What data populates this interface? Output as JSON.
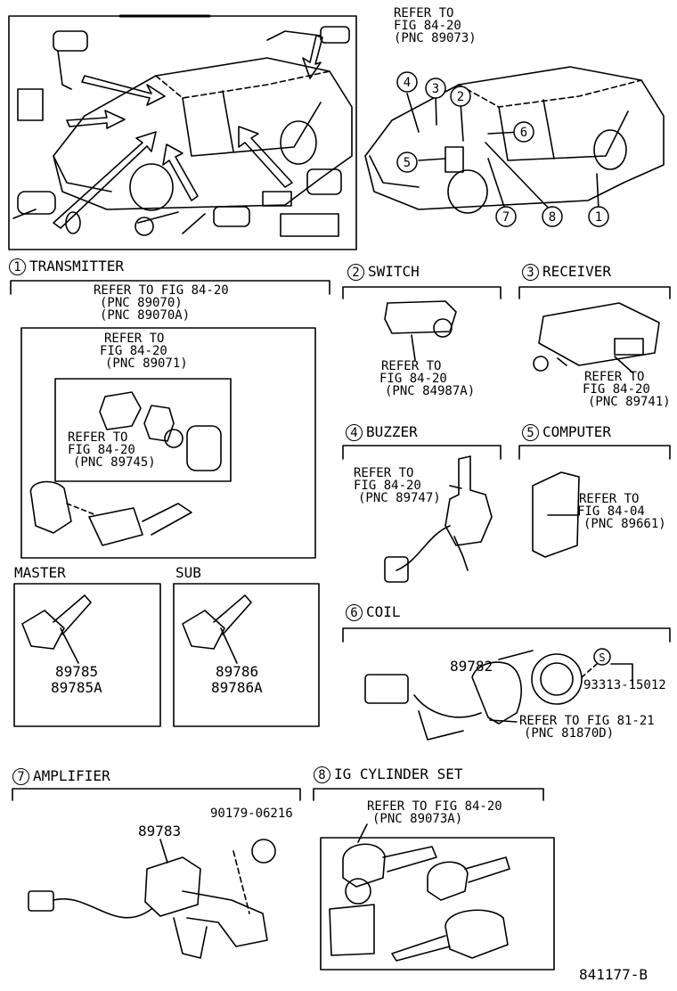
{
  "fig_top_ref": {
    "l1": "REFER TO",
    "l2": "FIG 84-20",
    "l3": "(PNC 89073)"
  },
  "callouts": [
    "1",
    "2",
    "3",
    "4",
    "5",
    "6",
    "7",
    "8"
  ],
  "transmitter": {
    "num": "1",
    "title": "TRANSMITTER",
    "ref_a": {
      "l1": "REFER TO FIG 84-20",
      "l2": "(PNC 89070)",
      "l3": "(PNC 89070A)"
    },
    "ref_b": {
      "l1": "REFER TO",
      "l2": "FIG 84-20",
      "l3": "(PNC 89071)"
    },
    "ref_c": {
      "l1": "REFER TO",
      "l2": "FIG 84-20",
      "l3": "(PNC 89745)"
    }
  },
  "switch": {
    "num": "2",
    "title": "SWITCH",
    "ref": {
      "l1": "REFER TO",
      "l2": "FIG 84-20",
      "l3": "(PNC 84987A)"
    }
  },
  "receiver": {
    "num": "3",
    "title": "RECEIVER",
    "ref": {
      "l1": "REFER TO",
      "l2": "FIG 84-20",
      "l3": "(PNC 89741)"
    }
  },
  "buzzer": {
    "num": "4",
    "title": "BUZZER",
    "ref": {
      "l1": "REFER TO",
      "l2": "FIG 84-20",
      "l3": "(PNC 89747)"
    }
  },
  "computer": {
    "num": "5",
    "title": "COMPUTER",
    "ref": {
      "l1": "REFER TO",
      "l2": "FIG 84-04",
      "l3": "(PNC 89661)"
    }
  },
  "master": {
    "title": "MASTER",
    "p1": "89785",
    "p2": "89785A"
  },
  "sub": {
    "title": "SUB",
    "p1": "89786",
    "p2": "89786A"
  },
  "coil": {
    "num": "6",
    "title": "COIL",
    "part": "89782",
    "s_mark": "S",
    "bolt": "93313-15012",
    "ref": {
      "l1": "REFER TO FIG 81-21",
      "l2": "(PNC 81870D)"
    }
  },
  "amplifier": {
    "num": "7",
    "title": "AMPLIFIER",
    "part": "89783",
    "clip": "90179-06216"
  },
  "ig": {
    "num": "8",
    "title": "IG CYLINDER SET",
    "ref": {
      "l1": "REFER TO FIG 84-20",
      "l2": "(PNC 89073A)"
    }
  },
  "fig_code": "841177-B"
}
